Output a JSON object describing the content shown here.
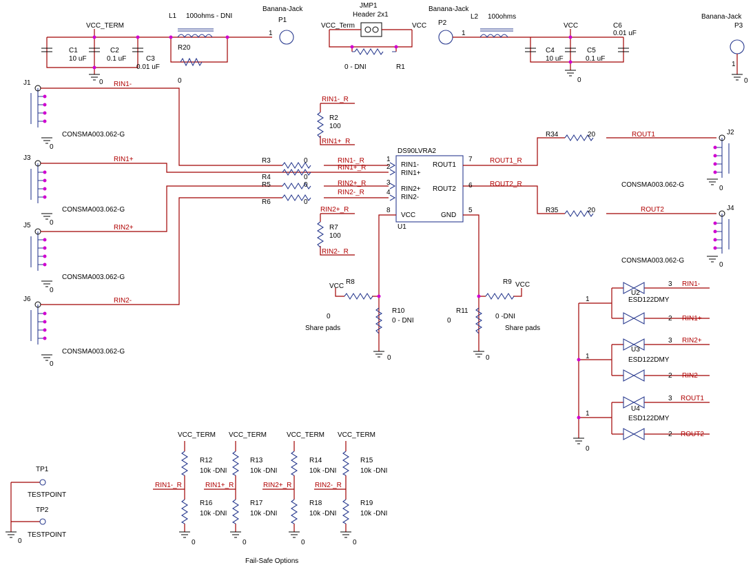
{
  "labels": {
    "vcc_term_top": "VCC_TERM",
    "l1": "L1",
    "l1_val": "100ohms - DNI",
    "r20": "R20",
    "r20_val": "0",
    "c1": "C1",
    "c1_val": "10 uF",
    "c2": "C2",
    "c2_val": "0.1 uF",
    "c3": "C3",
    "c3_val": "0.01 uF",
    "gnd_c": "0",
    "bj1": "Banana-Jack",
    "p1": "P1",
    "p1_pin": "1",
    "jmp1": "JMP1",
    "jmp1_sub": "Header 2x1",
    "vcc_term_jmp": "VCC_Term",
    "vcc_jmp": "VCC",
    "r1": "R1",
    "r1_val": "0 - DNI",
    "bj2": "Banana-Jack",
    "p2": "P2",
    "p2_pin": "1",
    "l2": "L2",
    "l2_val": "100ohms",
    "vcc_top": "VCC",
    "c4": "C4",
    "c4_val": "10 uF",
    "c5": "C5",
    "c5_val": "0.1 uF",
    "c6": "C6",
    "c6_val": "0.01 uF",
    "gnd_c2": "0",
    "bj3": "Banana-Jack",
    "p3": "P3",
    "p3_pin": "1",
    "gnd_p3": "0",
    "j1": "J1",
    "j3": "J3",
    "j5": "J5",
    "j6": "J6",
    "j2": "J2",
    "j4": "J4",
    "cons": "CONSMA003.062-G",
    "rin1m": "RIN1-",
    "rin1p": "RIN1+",
    "rin2p": "RIN2+",
    "rin2m": "RIN2-",
    "rout1": "ROUT1",
    "rout2": "ROUT2",
    "rin1m_r": "RIN1-_R",
    "rin1p_r": "RIN1+_R",
    "rin2p_r": "RIN2+_R",
    "rin2m_r": "RIN2-_R",
    "rout1_r": "ROUT1_R",
    "rout2_r": "ROUT2_R",
    "r2": "R2",
    "r2_val": "100",
    "r7": "R7",
    "r7_val": "100",
    "r3": "R3",
    "r4": "R4",
    "r5": "R5",
    "r6": "R6",
    "zero": "0",
    "u1_part": "DS90LVRA2",
    "u1": "U1",
    "pin_rin1m": "RIN1-",
    "pin_rin1p": "RIN1+",
    "pin_rin2p": "RIN2+",
    "pin_rin2m": "RIN2-",
    "pin_vcc": "VCC",
    "pin_rout1": "ROUT1",
    "pin_rout2": "ROUT2",
    "pin_gnd": "GND",
    "pn1": "1",
    "pn2": "2",
    "pn3": "3",
    "pn4": "4",
    "pn5": "5",
    "pn6": "6",
    "pn7": "7",
    "pn8": "8",
    "r34": "R34",
    "r34_val": "20",
    "r35": "R35",
    "r35_val": "20",
    "r8": "R8",
    "r8_val": "0",
    "r9": "R9",
    "r9_val": "0 -DNI",
    "r10": "R10",
    "r10_val": "0 - DNI",
    "r11": "R11",
    "r11_val": "0",
    "share_pads": "Share pads",
    "vcc": "VCC",
    "u2": "U2",
    "u3": "U3",
    "u4": "U4",
    "esd": "ESD122DMY",
    "esd_pin1": "1",
    "esd_pin2": "2",
    "esd_pin3": "3",
    "r12": "R12",
    "r13": "R13",
    "r14": "R14",
    "r15": "R15",
    "r16": "R16",
    "r17": "R17",
    "r18": "R18",
    "r19": "R19",
    "r10k_dni": "10k -DNI",
    "tp1": "TP1",
    "tp2": "TP2",
    "testpoint": "TESTPOINT",
    "failsafe": "Fail-Safe Options"
  },
  "colors": {
    "wire": "#a00000",
    "net_label": "#b00000",
    "junction": "#d000d0",
    "symbol": "#2a3b8f",
    "text": "#000000"
  }
}
